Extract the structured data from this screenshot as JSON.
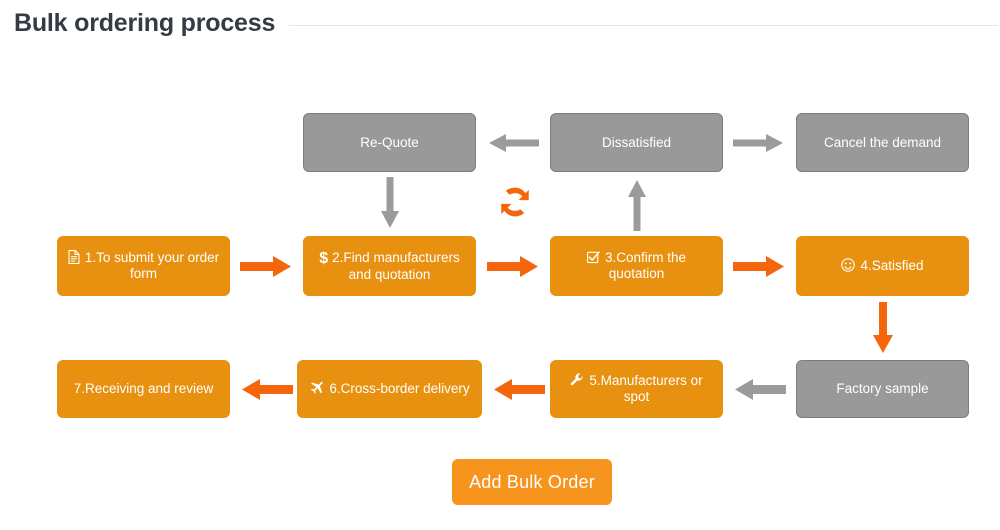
{
  "header": {
    "title": "Bulk ordering process"
  },
  "flow": {
    "nodes": [
      {
        "id": "re-quote",
        "label": "Re-Quote",
        "style": "gray",
        "icon": null
      },
      {
        "id": "dissatisfied",
        "label": "Dissatisfied",
        "style": "gray",
        "icon": null
      },
      {
        "id": "cancel-demand",
        "label": "Cancel the demand",
        "style": "gray",
        "icon": null
      },
      {
        "id": "step-1",
        "label": "1.To submit your order form",
        "style": "orange",
        "icon": "document-icon"
      },
      {
        "id": "step-2",
        "label": "2.Find manufacturers and quotation",
        "style": "orange",
        "icon": "dollar-icon"
      },
      {
        "id": "step-3",
        "label": "3.Confirm the quotation",
        "style": "orange",
        "icon": "checkbox-checked-icon"
      },
      {
        "id": "step-4",
        "label": "4.Satisfied",
        "style": "orange",
        "icon": "smiley-icon"
      },
      {
        "id": "step-7",
        "label": "7.Receiving and review",
        "style": "orange",
        "icon": null
      },
      {
        "id": "step-6",
        "label": "6.Cross-border delivery",
        "style": "orange",
        "icon": "airplane-icon"
      },
      {
        "id": "step-5",
        "label": "5.Manufacturers or spot",
        "style": "orange",
        "icon": "wrench-icon"
      },
      {
        "id": "factory-sample",
        "label": "Factory sample",
        "style": "gray",
        "icon": null
      }
    ],
    "loop_icon": "refresh-loop-icon",
    "colors": {
      "orange": "#E8900F",
      "orange_arrow": "#F4650C",
      "gray": "#999999",
      "gray_border": "#7D7D7D",
      "gray_arrow": "#9B9B9B",
      "cta": "#F7941E",
      "title_text": "#333B44"
    }
  },
  "cta": {
    "label": "Add Bulk Order"
  }
}
